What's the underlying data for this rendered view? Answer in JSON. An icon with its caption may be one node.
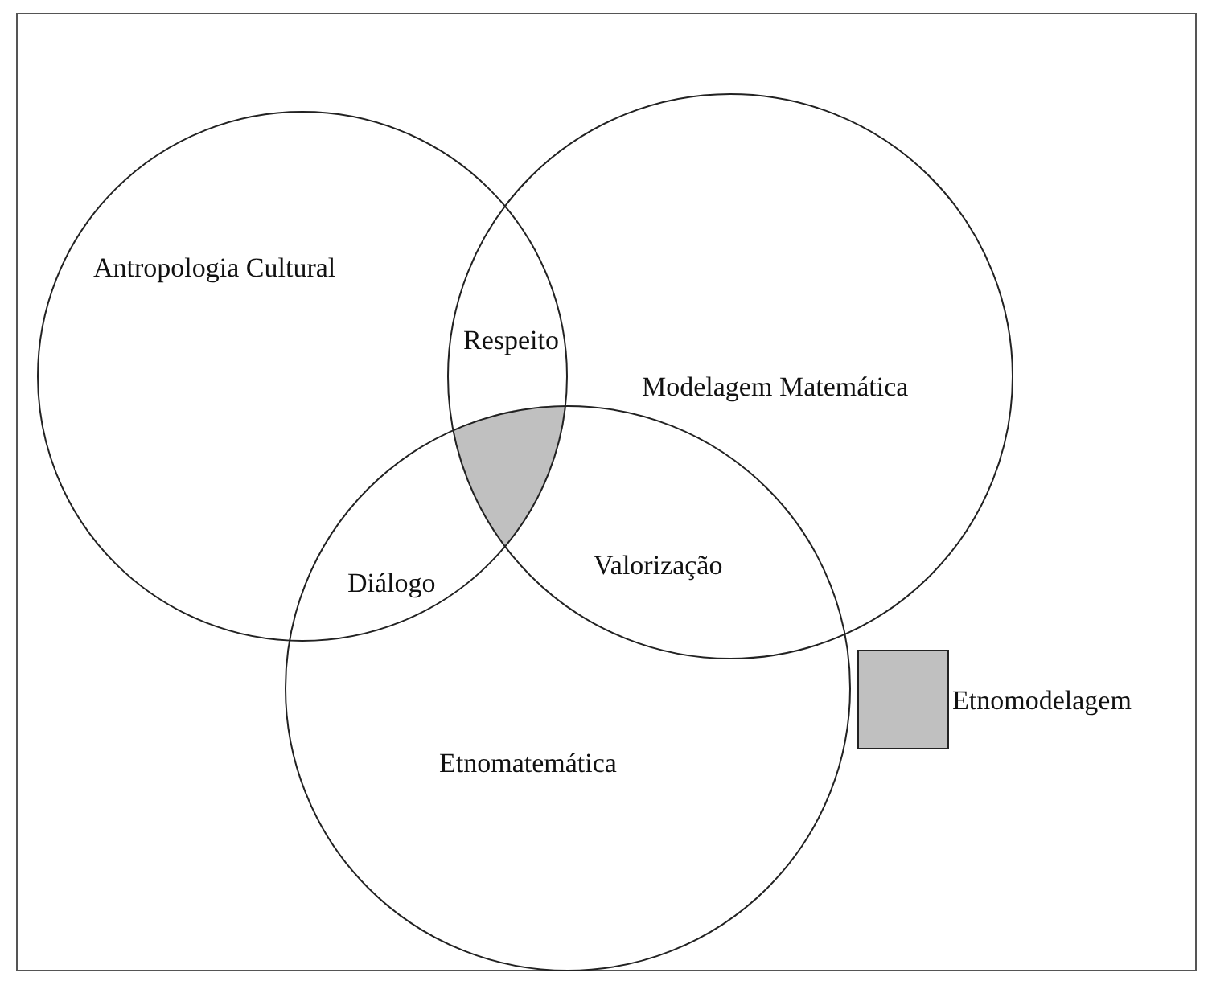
{
  "diagram": {
    "nodes": [
      {
        "text": [
          "Antropologia Cultural"
        ]
      },
      {
        "text": [
          "Modelagem Matemática"
        ]
      },
      {
        "text": [
          "Etnomatemática"
        ]
      }
    ],
    "edges": [],
    "labels": [
      "Respeito",
      "Diálogo",
      "Valorização"
    ],
    "legend": [
      {
        "text": "Etnomodelagem",
        "color": "#c0c0c0"
      }
    ]
  }
}
